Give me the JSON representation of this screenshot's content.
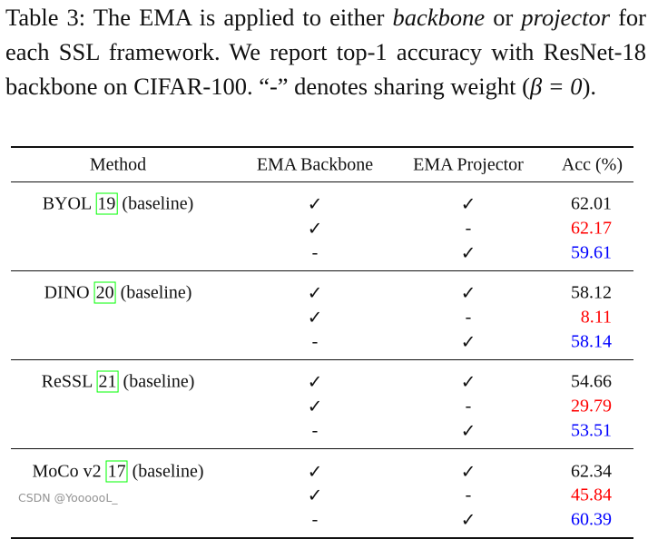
{
  "caption": {
    "label": "Table 3:",
    "parts": [
      "The EMA is applied to either",
      "backbone",
      "or",
      "projector",
      "for each SSL framework.  We report top-1 accuracy with ResNet-18 backbone on CIFAR-100. “-” denotes sharing weight (",
      "β = 0",
      ")."
    ]
  },
  "headers": [
    "Method",
    "EMA Backbone",
    "EMA Projector",
    "Acc (%)"
  ],
  "groups": [
    {
      "method": "BYOL",
      "cite": "19",
      "suffix": "(baseline)",
      "rows": [
        [
          "✓",
          "✓",
          "62.01"
        ],
        [
          "✓",
          "-",
          "62.17"
        ],
        [
          "-",
          "✓",
          "59.61"
        ]
      ]
    },
    {
      "method": "DINO",
      "cite": "20",
      "suffix": "(baseline)",
      "rows": [
        [
          "✓",
          "✓",
          "58.12"
        ],
        [
          "✓",
          "-",
          "8.11"
        ],
        [
          "-",
          "✓",
          "58.14"
        ]
      ]
    },
    {
      "method": "ReSSL",
      "cite": "21",
      "suffix": "(baseline)",
      "rows": [
        [
          "✓",
          "✓",
          "54.66"
        ],
        [
          "✓",
          "-",
          "29.79"
        ],
        [
          "-",
          "✓",
          "53.51"
        ]
      ]
    },
    {
      "method": "MoCo v2",
      "cite": "17",
      "suffix": "(baseline)",
      "rows": [
        [
          "✓",
          "✓",
          "62.34"
        ],
        [
          "✓",
          "-",
          "45.84"
        ],
        [
          "-",
          "✓",
          "60.39"
        ]
      ]
    }
  ],
  "colors": {
    "row2": "#ff0000",
    "row3": "#0000ff",
    "cite_box": "#00ff00"
  },
  "watermark": "CSDN @YoooooL_"
}
